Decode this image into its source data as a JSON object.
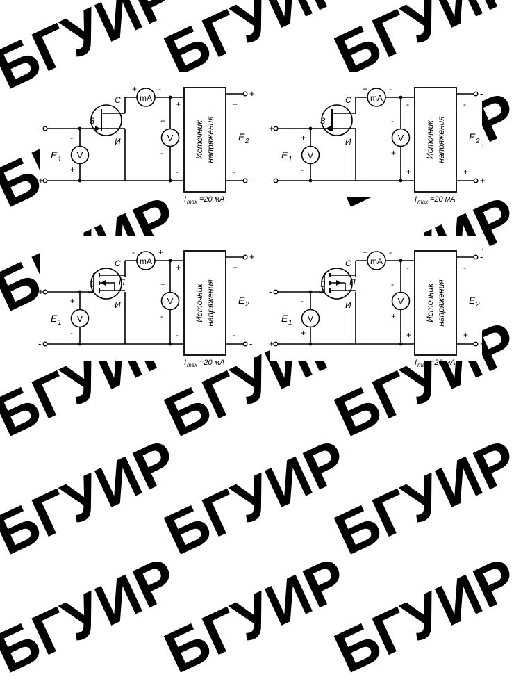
{
  "watermark": "БГУИР",
  "circuits": [
    {
      "kind": "jfet",
      "gate": "З",
      "drain": "С",
      "source": "И",
      "substrate": "",
      "meter_current": "mA",
      "meter_voltage": "V",
      "e1": "E",
      "e1_sub": "1",
      "e2": "E",
      "e2_sub": "2",
      "source_box": [
        "Источник",
        "напряжения"
      ],
      "imax_prefix": "I",
      "imax_sub": "max",
      "imax_value": "=20 мА",
      "left_top_sign": "-",
      "left_bottom_sign": "+",
      "e1_v_top": "-",
      "e1_v_bottom": "+",
      "ma_left": "+",
      "ma_right": "-",
      "v2_top": "+",
      "v2_bottom": "-",
      "box_top_left": "+",
      "box_bottom_left": "-",
      "box_top_right": "+",
      "box_bottom_right": "-",
      "term_top": "+",
      "term_bottom": "-"
    },
    {
      "kind": "jfet-p",
      "gate": "З",
      "drain": "С",
      "source": "И",
      "substrate": "",
      "meter_current": "mA",
      "meter_voltage": "V",
      "e1": "E",
      "e1_sub": "1",
      "e2": "E",
      "e2_sub": "2",
      "source_box": [
        "Источник",
        "напряжения"
      ],
      "imax_prefix": "I",
      "imax_sub": "max",
      "imax_value": "=20 мА",
      "left_top_sign": "+",
      "left_bottom_sign": "-",
      "e1_v_top": "+",
      "e1_v_bottom": "-",
      "ma_left": "+",
      "ma_right": "-",
      "v2_top": "-",
      "v2_bottom": "+",
      "box_top_left": "-",
      "box_bottom_left": "+",
      "box_top_right": "-",
      "box_bottom_right": "+",
      "term_top": "-",
      "term_bottom": "+"
    },
    {
      "kind": "mosfet-n",
      "gate": "З",
      "drain": "С",
      "source": "И",
      "substrate": "П",
      "meter_current": "mA",
      "meter_voltage": "V",
      "e1": "E",
      "e1_sub": "1",
      "e2": "E",
      "e2_sub": "2",
      "source_box": [
        "Источник",
        "напряжения"
      ],
      "imax_prefix": "I",
      "imax_sub": "max",
      "imax_value": "=20 мА",
      "left_top_sign": "+",
      "left_bottom_sign": "-",
      "e1_v_top": "+",
      "e1_v_bottom": "-",
      "ma_left": "-",
      "ma_right": "+",
      "v2_top": "+",
      "v2_bottom": "-",
      "box_top_left": "+",
      "box_bottom_left": "-",
      "box_top_right": "+",
      "box_bottom_right": "-",
      "term_top": "+",
      "term_bottom": "-"
    },
    {
      "kind": "mosfet-p",
      "gate": "З",
      "drain": "С",
      "source": "И",
      "substrate": "П",
      "meter_current": "mA",
      "meter_voltage": "V",
      "e1": "E",
      "e1_sub": "1",
      "e2": "E",
      "e2_sub": "2",
      "source_box": [
        "Источник",
        "напряжения"
      ],
      "imax_prefix": "I",
      "imax_sub": "max",
      "imax_value": "=20 мА",
      "left_top_sign": "-",
      "left_bottom_sign": "+",
      "e1_v_top": "-",
      "e1_v_bottom": "+",
      "ma_left": "+",
      "ma_right": "-",
      "v2_top": "-",
      "v2_bottom": "+",
      "box_top_left": "-",
      "box_bottom_left": "+",
      "box_top_right": "-",
      "box_bottom_right": "+",
      "term_top": "-",
      "term_bottom": "+"
    }
  ]
}
